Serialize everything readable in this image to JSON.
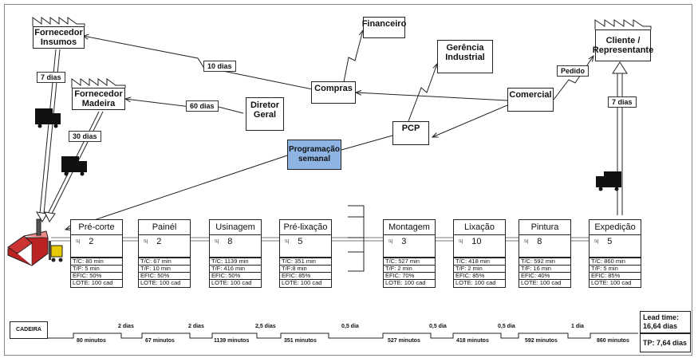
{
  "entities": {
    "fornecedor_insumos": "Fornecedor\nInsumos",
    "fornecedor_madeira": "Fornecedor\nMadeira",
    "cliente": "Cliente /\nRepresentante",
    "financeiro": "Financeiro",
    "gerencia": "Gerência\nIndustrial",
    "compras": "Compras",
    "diretor": "Diretor\nGeral",
    "comercial": "Comercial",
    "pcp": "PCP",
    "programacao": "Programação\nsemanal"
  },
  "labels": {
    "d10": "10 dias",
    "d60": "60 dias",
    "d7a": "7 dias",
    "d30": "30 dias",
    "pedido": "Pedido",
    "d7b": "7 dias"
  },
  "processes": [
    {
      "name": "Pré-corte",
      "ops": "2",
      "tc": "T/C: 80 min",
      "tf": "T/F: 5 min",
      "efic": "EFIC: 50%",
      "lote": "LOTE: 100 cad"
    },
    {
      "name": "Painél",
      "ops": "2",
      "tc": "T/C: 67 min",
      "tf": "T/F: 10 min",
      "efic": "EFIC: 50%",
      "lote": "LOTE: 100 cad"
    },
    {
      "name": "Usinagem",
      "ops": "8",
      "tc": "T/C: 1139 min",
      "tf": "T/F: 416 min",
      "efic": "EFIC: 50%",
      "lote": "LOTE: 100 cad"
    },
    {
      "name": "Pré-lixação",
      "ops": "5",
      "tc": "T/C: 351 min",
      "tf": "T/F:8 min",
      "efic": "EFIC:  85%",
      "lote": "LOTE: 100 cad"
    },
    {
      "name": "Montagem",
      "ops": "3",
      "tc": "T/C: 527 min",
      "tf": "T/F: 2 min",
      "efic": "EFIC:  70%",
      "lote": "LOTE: 100 cad"
    },
    {
      "name": "Lixação",
      "ops": "10",
      "tc": "T/C: 418 min",
      "tf": "T/F: 2 min",
      "efic": "EFIC:  85%",
      "lote": "LOTE: 100 cad"
    },
    {
      "name": "Pintura",
      "ops": "8",
      "tc": "T/C: 592 min",
      "tf": "T/F: 16 min",
      "efic": "EFIC:  40%",
      "lote": "LOTE: 100 cad"
    },
    {
      "name": "Expedição",
      "ops": "5",
      "tc": "T/C: 860 min",
      "tf": "T/F: 5 min",
      "efic": "EFIC:  85%",
      "lote": "LOTE: 100 cad"
    }
  ],
  "timeline": {
    "label": "CADEIRA",
    "waits": [
      "2 dias",
      "2 dias",
      "2,5 dias",
      "0,5 dia",
      "0,5 dia",
      "0,5 dia",
      "1 dia"
    ],
    "times": [
      "80 minutos",
      "67 minutos",
      "1139 minutos",
      "351 minutos",
      "527 minutos",
      "418 minutos",
      "592 minutos",
      "860 minutos"
    ],
    "lead_time_label": "Lead time:",
    "lead_time_value": "16,64 dias",
    "tp": "TP: 7,64 dias"
  }
}
